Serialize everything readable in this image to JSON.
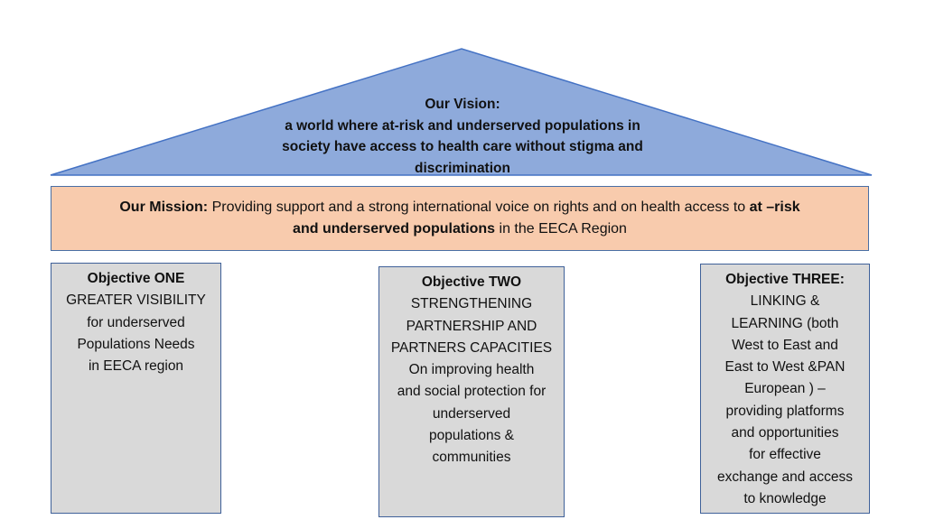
{
  "colors": {
    "roof_fill": "#8eaadb",
    "roof_stroke": "#4472c4",
    "mission_fill": "#f8cbad",
    "pillar_fill": "#d9d9d9",
    "border": "#3f6199"
  },
  "vision": {
    "lines": [
      "Our Vision:",
      "a world where at-risk and underserved populations in",
      "society have access to health care without stigma and",
      "discrimination"
    ]
  },
  "mission": {
    "label": "Our Mission:",
    "text_1": " Providing support and a strong international voice on rights and on health access to ",
    "emphasis_1": "at –risk",
    "emphasis_2": "and underserved populations",
    "text_2": " in the EECA Region"
  },
  "objectives": [
    {
      "title": "Objective  ONE",
      "lines": [
        "GREATER VISIBILITY",
        "for underserved",
        "Populations Needs",
        "in EECA region"
      ]
    },
    {
      "title": "Objective TWO",
      "lines": [
        "STRENGTHENING",
        "PARTNERSHIP AND",
        "PARTNERS CAPACITIES",
        "On  improving health",
        "and social protection for",
        "underserved",
        "populations &",
        "communities"
      ]
    },
    {
      "title": "Objective THREE:",
      "lines": [
        "LINKING &",
        "LEARNING (both",
        "West to East and",
        "East to West &PAN",
        "European ) –",
        "providing platforms",
        "and opportunities",
        "for effective",
        "exchange and access",
        "to knowledge"
      ]
    }
  ]
}
